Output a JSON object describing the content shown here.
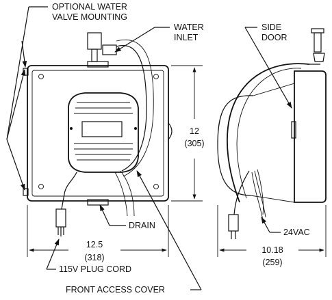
{
  "labels": {
    "optional_water_line1": "OPTIONAL WATER",
    "optional_water_line2": "VALVE MOUNTING",
    "water_inlet_line1": "WATER",
    "water_inlet_line2": "INLET",
    "side_door_line1": "SIDE",
    "side_door_line2": "DOOR",
    "drain": "DRAIN",
    "plug_cord": "115V PLUG CORD",
    "front_access_cover": "FRONT ACCESS COVER",
    "vac": "24VAC"
  },
  "dimensions": {
    "height": "12",
    "height_mm": "(305)",
    "width": "12.5",
    "width_mm": "(318)",
    "depth": "10.18",
    "depth_mm": "(259)"
  }
}
